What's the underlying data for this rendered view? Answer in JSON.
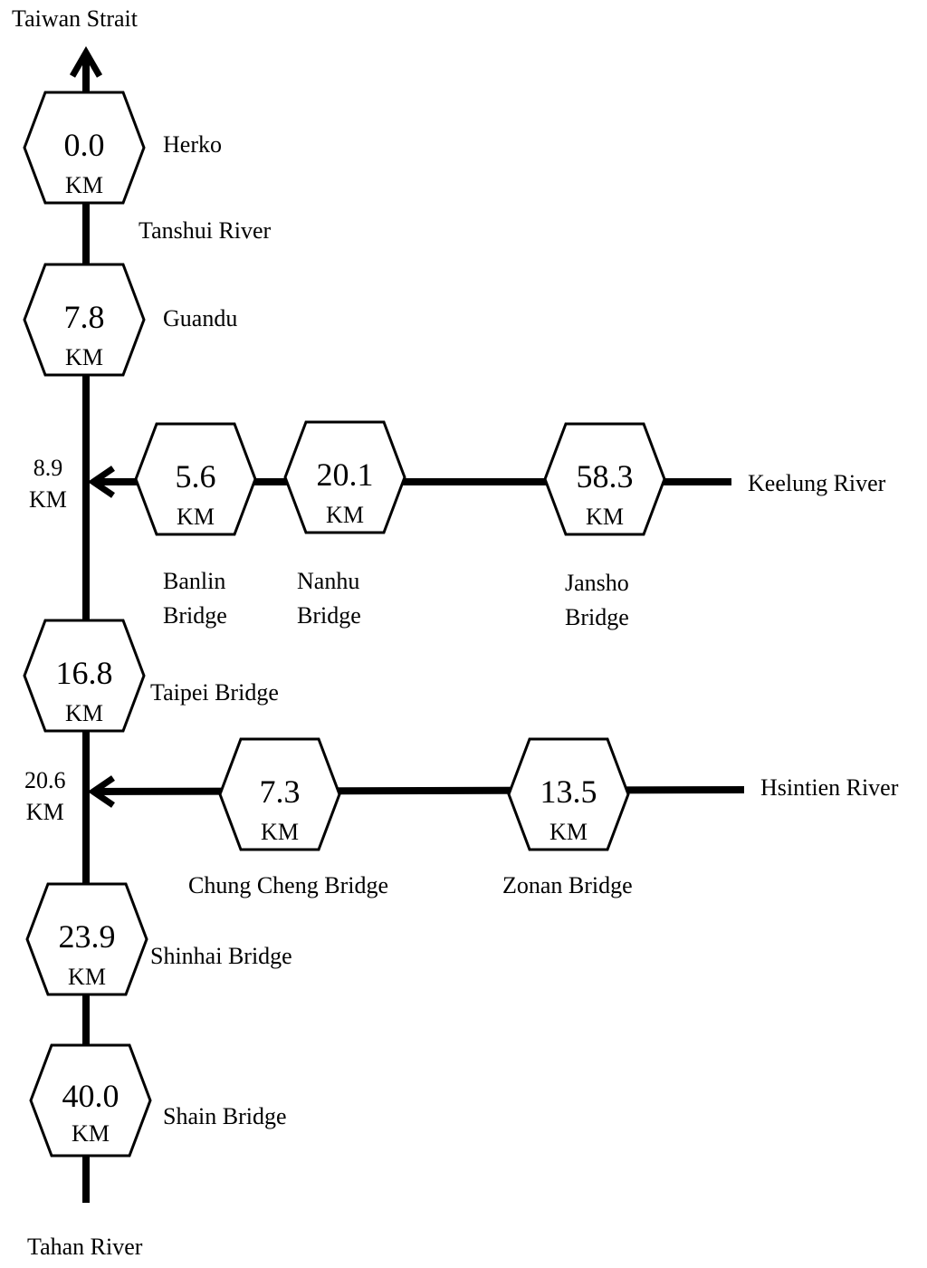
{
  "labels": {
    "taiwan_strait": "Taiwan Strait",
    "tahan_river": "Tahan  River",
    "tanshui_river": "Tanshui  River",
    "keelung_river": "Keelung River",
    "hsintien_river": "Hsintien River",
    "junction_keelung": "8.9\nKM",
    "junction_hsintien": "20.6\nKM"
  },
  "hexagons": [
    {
      "value": "0.0",
      "unit": "KM",
      "name": "Herko"
    },
    {
      "value": "7.8",
      "unit": "KM",
      "name": "Guandu"
    },
    {
      "value": "16.8",
      "unit": "KM",
      "name": "Taipei Bridge"
    },
    {
      "value": "23.9",
      "unit": "KM",
      "name": "Shinhai  Bridge"
    },
    {
      "value": "40.0",
      "unit": "KM",
      "name": "Shain Bridge"
    },
    {
      "value": "5.6",
      "unit": "KM",
      "name": "Banlin\nBridge"
    },
    {
      "value": "20.1",
      "unit": "KM",
      "name": "Nanhu\nBridge"
    },
    {
      "value": "58.3",
      "unit": "KM",
      "name": "Jansho\nBridge"
    },
    {
      "value": "7.3",
      "unit": "KM",
      "name": "Chung Cheng Bridge"
    },
    {
      "value": "13.5",
      "unit": "KM",
      "name": "Zonan Bridge"
    }
  ]
}
